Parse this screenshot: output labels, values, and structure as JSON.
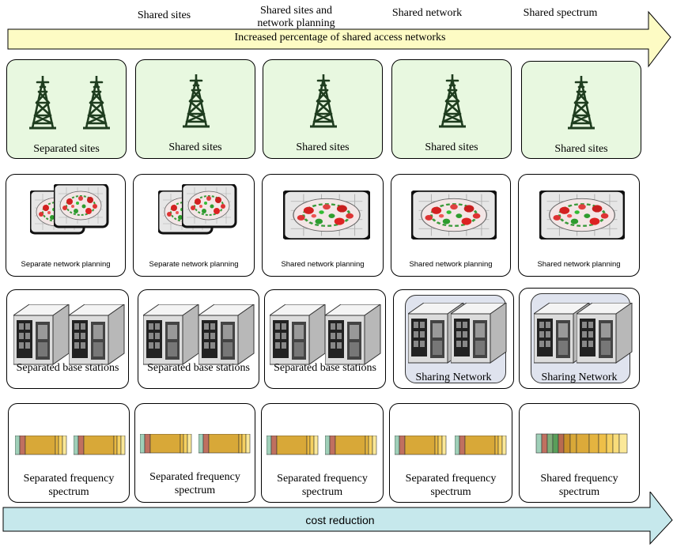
{
  "column_headers": [
    "Shared sites",
    "Shared sites and network planning",
    "Shared network",
    "Shared spectrum"
  ],
  "top_arrow": {
    "label": "Increased percentage of shared access networks",
    "color": "#fdfbc4"
  },
  "bottom_arrow": {
    "label": "cost reduction",
    "color": "#c6e8ec"
  },
  "rows": {
    "sites": [
      "Separated sites",
      "Shared sites",
      "Shared sites",
      "Shared sites",
      "Shared sites"
    ],
    "planning": [
      "Separate network planning",
      "Separate network planning",
      "Shared network planning",
      "Shared network planning",
      "Shared network planning"
    ],
    "stations": [
      "Separated base stations",
      "Separated base stations",
      "Separated base stations",
      "Sharing Network",
      "Sharing Network"
    ],
    "spectrum": [
      "Separated frequency spectrum",
      "Separated frequency spectrum",
      "Separated frequency spectrum",
      "Separated frequency spectrum",
      "Shared frequency spectrum"
    ]
  },
  "colors": {
    "site_box": "#e8f8e0",
    "tower": "#1f3d1f",
    "sharing_panel": "#dfe3ee"
  }
}
